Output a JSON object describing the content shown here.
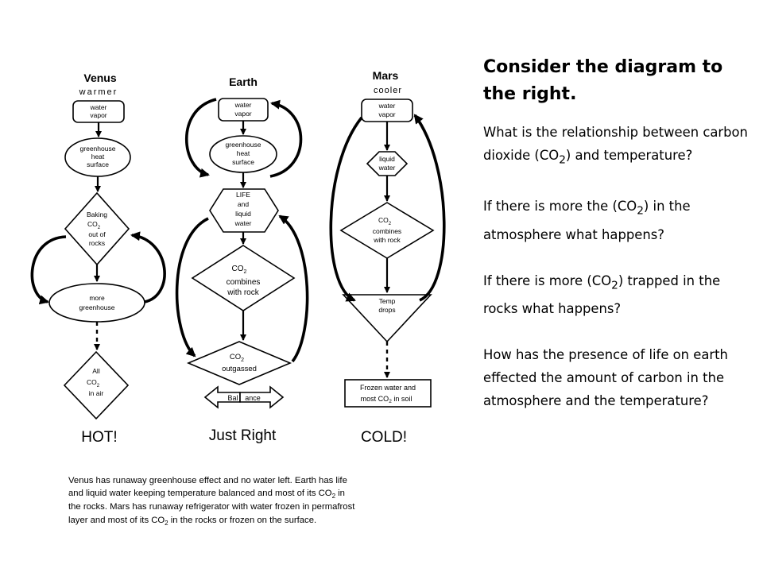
{
  "columns": {
    "venus": {
      "planet": "Venus",
      "descriptor": "warmer",
      "nodes": {
        "water_vapor": [
          "water",
          "vapor"
        ],
        "greenhouse": [
          "greenhouse",
          "heat",
          "surface"
        ],
        "baking": [
          "Baking",
          "CO",
          "out of",
          "rocks"
        ],
        "more_greenhouse": [
          "more",
          "greenhouse"
        ],
        "all_co2": [
          "All",
          "CO",
          "in air"
        ]
      },
      "verdict": "HOT!"
    },
    "earth": {
      "planet": "Earth",
      "nodes": {
        "water_vapor": [
          "water",
          "vapor"
        ],
        "greenhouse": [
          "greenhouse",
          "heat",
          "surface"
        ],
        "life": [
          "LIFE",
          "and",
          "liquid",
          "water"
        ],
        "combines": [
          "CO",
          "combines",
          "with rock"
        ],
        "outgassed": [
          "CO",
          "outgassed"
        ],
        "balance_left": "Bal",
        "balance_right": "ance"
      },
      "verdict": "Just Right"
    },
    "mars": {
      "planet": "Mars",
      "descriptor": "cooler",
      "nodes": {
        "water_vapor": [
          "water",
          "vapor"
        ],
        "liquid_water": [
          "liquid",
          "water"
        ],
        "combines": [
          "CO",
          "combines",
          "with rock"
        ],
        "temp_drops": [
          "Temp",
          "drops"
        ],
        "frozen": [
          "Frozen water and",
          "most CO",
          " in soil"
        ]
      },
      "verdict": "COLD!"
    }
  },
  "subscript_2": "2",
  "caption": {
    "line1": "Venus has runaway greenhouse effect and no water left. Earth has life",
    "line2_a": "and liquid water keeping temperature balanced and most of its CO",
    "line2_b": " in",
    "line3": "the rocks. Mars has runaway refrigerator with water frozen in permafrost",
    "line4_a": "layer and most of its CO",
    "line4_b": " in the rocks or frozen on the surface."
  },
  "panel": {
    "heading": "Consider the diagram to the right.",
    "q1": {
      "before": "What is the relationship between  carbon dioxide (CO",
      "after": ") and temperature?"
    },
    "q2": {
      "before": "If there is more the (CO",
      "after": ") in the atmosphere what happens?"
    },
    "q3": {
      "before": "If there is more (CO",
      "after": ") trapped in the rocks  what happens?"
    },
    "q4": "How has the presence of life on earth effected the amount of carbon in the atmosphere and the temperature?"
  }
}
